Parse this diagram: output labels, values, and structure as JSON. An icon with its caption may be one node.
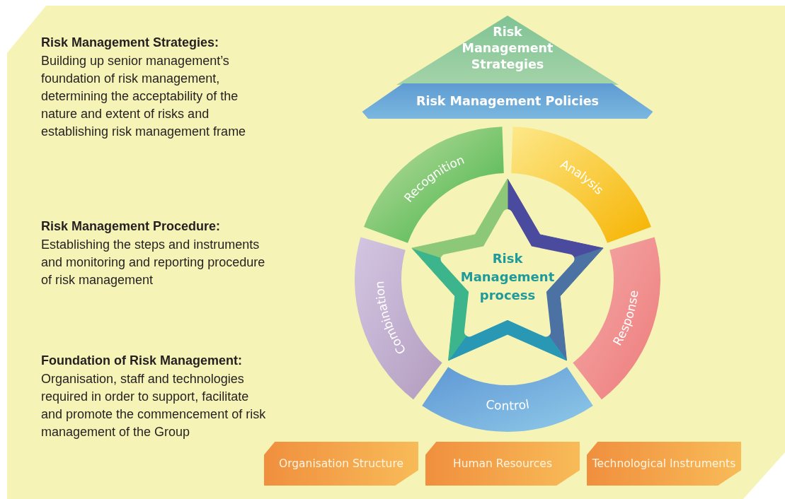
{
  "diagram": {
    "nodes": [
      {
        "text": [
          "Risk Management Strategies"
        ]
      },
      {
        "text": [
          "Risk Management Policies"
        ]
      },
      {
        "text": [
          "Recognition"
        ]
      },
      {
        "text": [
          "Analysis"
        ]
      },
      {
        "text": [
          "Response"
        ]
      },
      {
        "text": [
          "Control"
        ]
      },
      {
        "text": [
          "Combination"
        ]
      },
      {
        "text": [
          "Risk Management process"
        ]
      },
      {
        "text": [
          "Organisation Structure"
        ]
      },
      {
        "text": [
          "Human Resources"
        ]
      },
      {
        "text": [
          "Technological Instruments"
        ]
      }
    ],
    "labels": [
      "Risk Management Strategies:",
      "Building up senior management’s foundation of risk management, determining the acceptability of the nature and extent of risks and establishing risk management frame",
      "Risk Management Procedure:",
      "Establishing the steps and instruments and monitoring and reporting procedure of risk management",
      "Foundation of Risk Management:",
      "Organisation, staff and technologies required in order to support, facilitate and promote the commencement of risk management of the Group"
    ]
  }
}
